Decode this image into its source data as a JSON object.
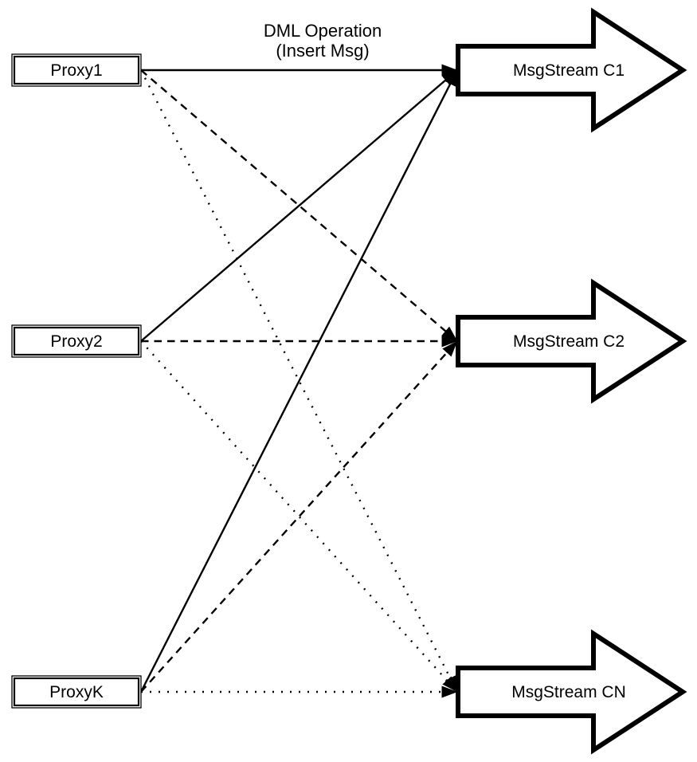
{
  "annotation": {
    "line1": "DML Operation",
    "line2": "(Insert Msg)"
  },
  "nodes": {
    "proxies": [
      {
        "id": "proxy1",
        "label": "Proxy1"
      },
      {
        "id": "proxy2",
        "label": "Proxy2"
      },
      {
        "id": "proxyk",
        "label": "ProxyK"
      }
    ],
    "streams": [
      {
        "id": "c1",
        "label": "MsgStream C1"
      },
      {
        "id": "c2",
        "label": "MsgStream C2"
      },
      {
        "id": "cn",
        "label": "MsgStream CN"
      }
    ]
  },
  "edges": [
    {
      "from": "proxy1",
      "to": "c1",
      "style": "solid"
    },
    {
      "from": "proxy2",
      "to": "c1",
      "style": "solid"
    },
    {
      "from": "proxyk",
      "to": "c1",
      "style": "solid"
    },
    {
      "from": "proxy1",
      "to": "c2",
      "style": "dashed"
    },
    {
      "from": "proxy2",
      "to": "c2",
      "style": "dashed"
    },
    {
      "from": "proxyk",
      "to": "c2",
      "style": "dashed"
    },
    {
      "from": "proxy1",
      "to": "cn",
      "style": "dotted"
    },
    {
      "from": "proxy2",
      "to": "cn",
      "style": "dotted"
    },
    {
      "from": "proxyk",
      "to": "cn",
      "style": "dotted"
    }
  ],
  "colors": {
    "stroke": "#000000",
    "fill": "#ffffff",
    "background": "#ffffff"
  }
}
